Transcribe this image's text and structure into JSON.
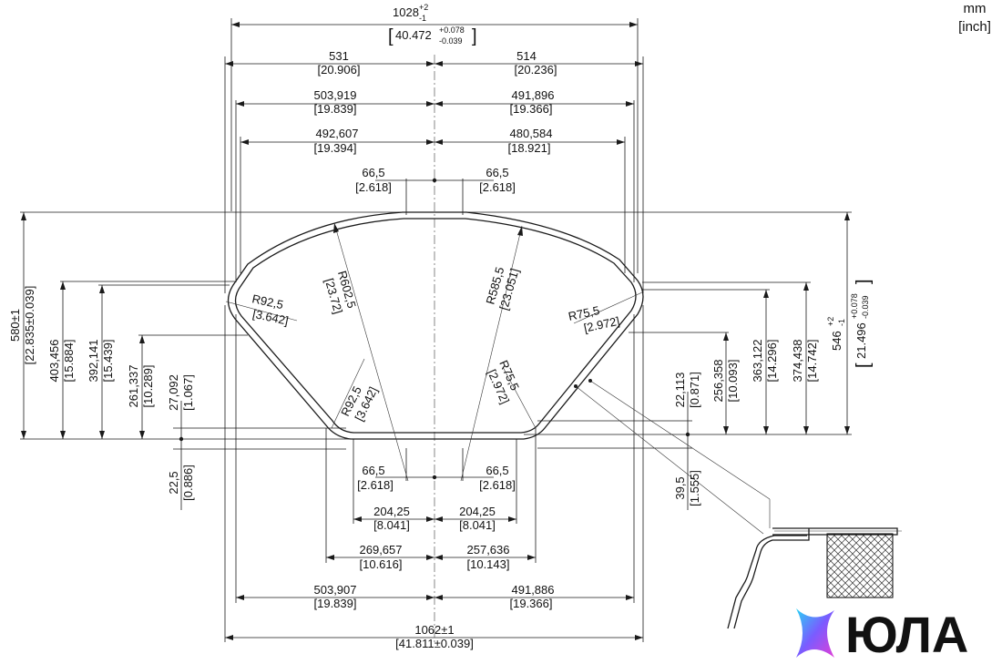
{
  "units": {
    "metric": "mm",
    "imperial": "[inch]"
  },
  "overall_width": {
    "mm": "1028",
    "mm_tol_upper": "+2",
    "mm_tol_lower": "-1",
    "inch": "40.472",
    "inch_tol_upper": "+0.078",
    "inch_tol_lower": "-0.039"
  },
  "top_dims": [
    {
      "mm": "531",
      "inch": "[20.906]"
    },
    {
      "mm": "514",
      "inch": "[20.236]"
    },
    {
      "mm": "503,919",
      "inch": "[19.839]"
    },
    {
      "mm": "491,896",
      "inch": "[19.366]"
    },
    {
      "mm": "492,607",
      "inch": "[19.394]"
    },
    {
      "mm": "480,584",
      "inch": "[18.921]"
    },
    {
      "mm": "66,5",
      "inch": "[2.618]"
    },
    {
      "mm": "66,5",
      "inch": "[2.618]"
    }
  ],
  "bottom_dims": [
    {
      "mm": "66,5",
      "inch": "[2.618]"
    },
    {
      "mm": "66,5",
      "inch": "[2.618]"
    },
    {
      "mm": "204,25",
      "inch": "[8.041]"
    },
    {
      "mm": "204,25",
      "inch": "[8.041]"
    },
    {
      "mm": "269,657",
      "inch": "[10.616]"
    },
    {
      "mm": "257,636",
      "inch": "[10.143]"
    },
    {
      "mm": "503,907",
      "inch": "[19.839]"
    },
    {
      "mm": "491,886",
      "inch": "[19.366]"
    },
    {
      "mm": "1062±1",
      "inch": "[41.811±0.039]"
    }
  ],
  "left_dims": [
    {
      "mm": "580±1",
      "inch": "[22.835±0.039]"
    },
    {
      "mm": "403,456",
      "inch": "[15.884]"
    },
    {
      "mm": "392,141",
      "inch": "[15.439]"
    },
    {
      "mm": "261,337",
      "inch": "[10.289]"
    },
    {
      "mm": "27,092",
      "inch": "[1.067]"
    },
    {
      "mm": "22,5",
      "inch": "[0.886]"
    }
  ],
  "right_dims": [
    {
      "mm": "22,113",
      "inch": "[0.871]"
    },
    {
      "mm": "256,358",
      "inch": "[10.093]"
    },
    {
      "mm": "363,122",
      "inch": "[14.296]"
    },
    {
      "mm": "374,438",
      "inch": "[14.742]"
    },
    {
      "mm": "39,5",
      "inch": "[1.555]"
    }
  ],
  "right_height": {
    "mm": "546",
    "mm_tol_upper": "+2",
    "mm_tol_lower": "-1",
    "inch": "21.496",
    "inch_tol_upper": "+0.078",
    "inch_tol_lower": "-0.039"
  },
  "radii": [
    {
      "label": "R92,5",
      "inch": "[3.642]"
    },
    {
      "label": "R602,5",
      "inch": "[23.72]"
    },
    {
      "label": "R585,5",
      "inch": "[23.051]"
    },
    {
      "label": "R75,5",
      "inch": "[2.972]"
    },
    {
      "label": "R92,5",
      "inch": "[3.642]"
    },
    {
      "label": "R75,5",
      "inch": "[2.972]"
    }
  ],
  "brand": {
    "name": "ЮЛА",
    "logo_icon": "star-gradient-logo-icon"
  }
}
